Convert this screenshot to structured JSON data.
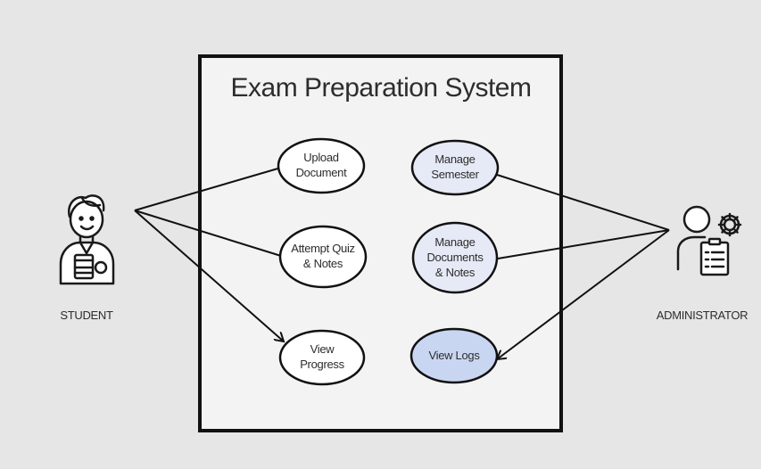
{
  "system": {
    "title": "Exam Preparation System"
  },
  "actors": {
    "student": "STUDENT",
    "administrator": "ADMINISTRATOR"
  },
  "use_cases": {
    "upload_document": [
      "Upload",
      "Document"
    ],
    "attempt_quiz": [
      "Attempt Quiz",
      "& Notes"
    ],
    "view_progress": [
      "View",
      "Progress"
    ],
    "manage_semester": [
      "Manage",
      "Semester"
    ],
    "manage_documents": [
      "Manage",
      "Documents",
      "& Notes"
    ],
    "view_logs": [
      "View Logs"
    ]
  },
  "colors": {
    "background": "#e6e6e6",
    "system_fill": "#f3f3f3",
    "student_usecase_fill": "#ffffff",
    "admin_usecase_fill": "#e6e9f6",
    "highlight_usecase_fill": "#c9d6f2",
    "stroke": "#111111"
  },
  "icons": {
    "student": "student-icon",
    "administrator": "administrator-icon"
  }
}
